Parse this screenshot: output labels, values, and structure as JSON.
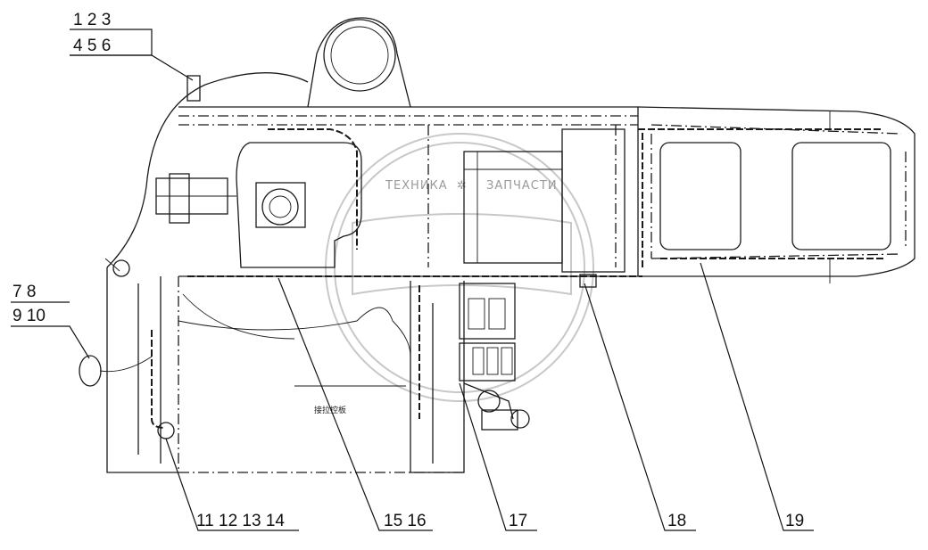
{
  "callouts": {
    "c1": {
      "row1": "1 2 3",
      "row2": "4 5 6"
    },
    "c7": {
      "row1": "7 8",
      "row2": "9 10"
    },
    "c11": "11 12 13 14",
    "c15": "15 16",
    "c17": "17",
    "c18": "18",
    "c19": "19"
  },
  "inner_label": "接拉控板",
  "watermark": {
    "left": "ТЕХНИКА",
    "right": "ЗАПЧАСТИ"
  }
}
